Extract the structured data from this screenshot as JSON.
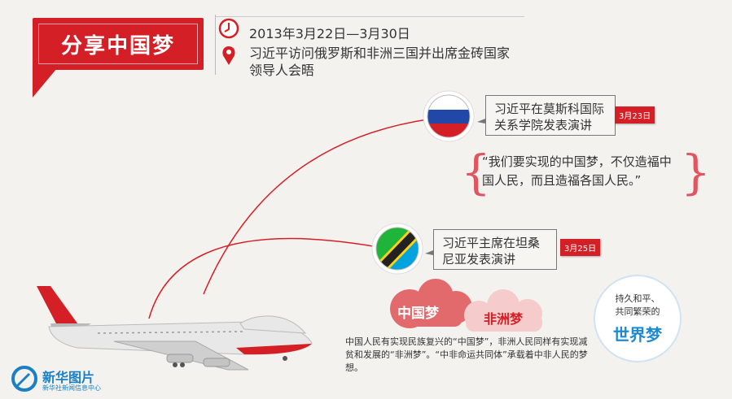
{
  "header": {
    "title": "分享中国梦",
    "date": "2013年3月22日—3月30日",
    "trip": "习近平访问俄罗斯和非洲三国并出席金砖国家领导人会晤"
  },
  "russia": {
    "speech": "习近平在莫斯科国际关系学院发表演讲",
    "date": "3月23日",
    "quote": "“我们要实现的中国梦，不仅造福中国人民，而且造福各国人民。”"
  },
  "tanzania": {
    "speech": "习近平主席在坦桑尼亚发表演讲",
    "date": "3月25日"
  },
  "dreams": {
    "china": "中国梦",
    "africa": "非洲梦",
    "description": "中国人民有实现民族复兴的“中国梦”，非洲人民同样有实现减贫和发展的“非洲梦”。“中非命运共同体”承载着中非人民的梦想。"
  },
  "world": {
    "line1": "持久和平、",
    "line2": "共同繁荣的",
    "title": "世界梦"
  },
  "logo": {
    "name": "新华图片",
    "sub": "新华社新闻信息中心"
  },
  "icons": {
    "clock": "clock-icon",
    "location": "location-pin-icon",
    "russia_flag": "russia-flag-icon",
    "tanzania_flag": "tanzania-flag-icon",
    "airplane": "airplane-icon"
  },
  "colors": {
    "accent": "#d51f26",
    "world_blue": "#1e8ad0",
    "background": "#f4f2ee"
  }
}
